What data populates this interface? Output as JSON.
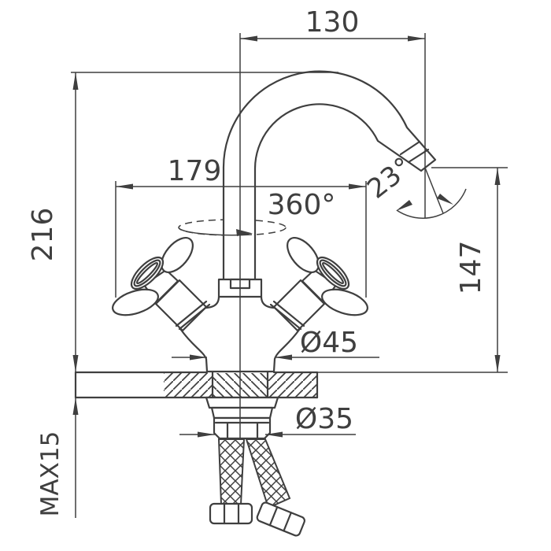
{
  "drawing": {
    "title": "faucet-technical-drawing",
    "type": "dimensioned engineering drawing of two-handle basin mixer with gooseneck spout",
    "colors": {
      "line": "#3f3f3f",
      "background": "#ffffff"
    }
  },
  "dimensions": {
    "spout_reach": "130",
    "handle_span": "179",
    "total_height": "216",
    "outlet_height": "147",
    "swivel_angle": "360°",
    "spout_tilt_angle": "23°",
    "base_diameter": "Ø45",
    "mount_diameter": "Ø35",
    "max_counter_thickness": "MAX15"
  }
}
